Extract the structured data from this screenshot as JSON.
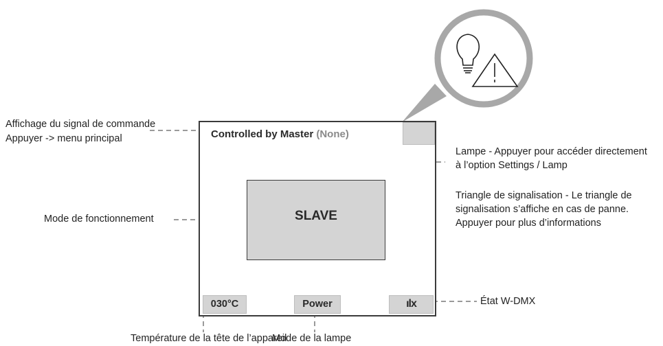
{
  "annotations": {
    "control_signal_line1": "Affichage du signal de commande",
    "control_signal_line2": "Appuyer -> menu principal",
    "operating_mode": "Mode de fonctionnement",
    "lamp_line1": "Lampe - Appuyer pour accéder directement",
    "lamp_line2": "à l’option Settings / Lamp",
    "warning_line1": "Triangle de signalisation - Le triangle de",
    "warning_line2": "signalisation s’affiche en cas de panne.",
    "warning_line3": "Appuyer pour plus d’informations",
    "wdmx_state": "État W-DMX",
    "head_temperature": "Température de la tête de l’appareil",
    "lamp_mode": "Mode de la lampe"
  },
  "screen": {
    "header_text": "Controlled by Master",
    "header_status": "(None)",
    "mode_label": "SLAVE",
    "temperature": "030°C",
    "power_label": "Power",
    "wdmx_glyph": "ılx"
  },
  "icons": [
    "lightbulb-icon",
    "warning-triangle-icon",
    "signal-bars-icon"
  ],
  "colors": {
    "cell_fill": "#d4d4d4",
    "status_gray": "#8a8a8a",
    "magnifier_ring": "#a8a8a8",
    "dash": "#9a9a9a"
  }
}
